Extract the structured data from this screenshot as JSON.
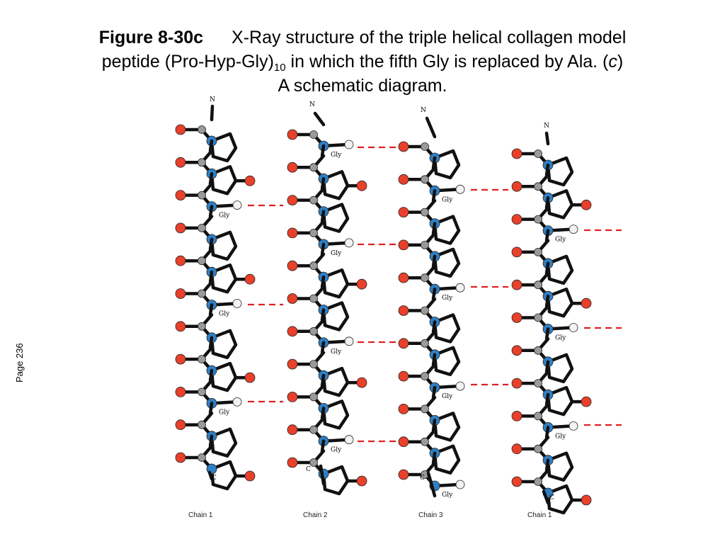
{
  "caption": {
    "figure_label": "Figure 8-30c",
    "line1": "X-Ray structure of the triple helical collagen model",
    "line2_a": "peptide (Pro-Hyp-Gly)",
    "subscript": "10",
    "line2_b": " in which the fifth Gly is replaced by Ala. (",
    "italic_letter": "c",
    "line2_c": ")",
    "line3": "A schematic diagram."
  },
  "page_label": "Page 236",
  "diagram": {
    "n_terminus_label": "N",
    "c_terminus_label": "C",
    "gly_label": "Gly",
    "chains": [
      {
        "name": "Chain 1"
      },
      {
        "name": "Chain 2"
      },
      {
        "name": "Chain 3"
      },
      {
        "name": "Chain 1"
      }
    ],
    "colors": {
      "oxygen": "#e8402a",
      "nitrogen": "#2f7fc4",
      "carbon": "#9a9a9a",
      "hydrogen": "#f2f2f2",
      "backbone": "#111111",
      "hbond": "#e02020"
    }
  }
}
